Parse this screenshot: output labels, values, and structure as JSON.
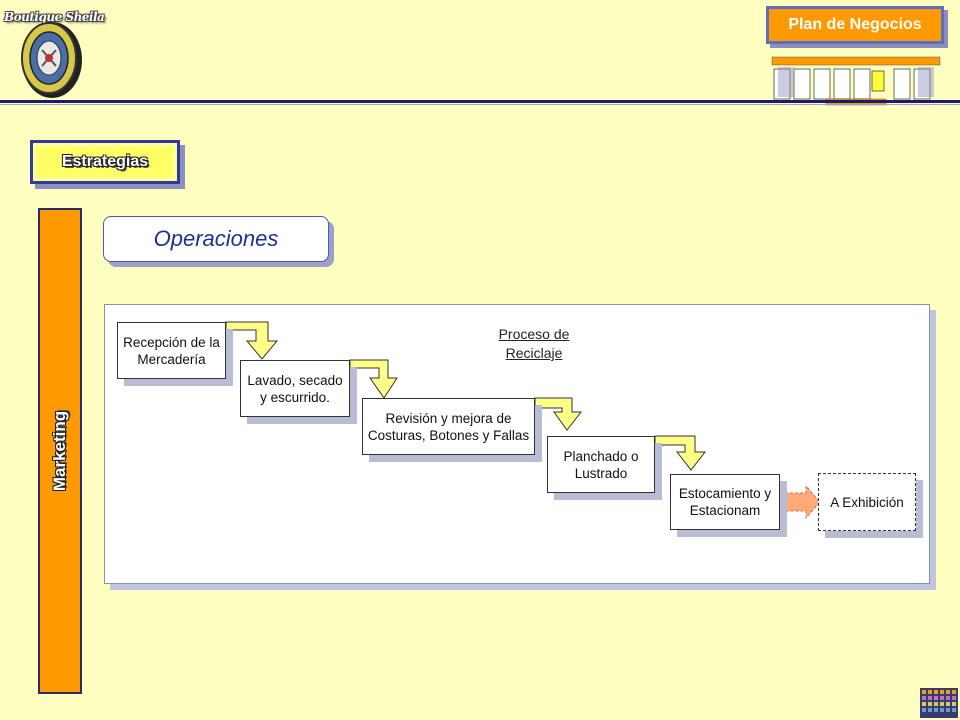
{
  "header": {
    "logo_text": "Boutique Sheila",
    "plan_button": "Plan de Negocios"
  },
  "strategy": {
    "label": "Estrategias"
  },
  "side": {
    "label": "Marketing"
  },
  "section": {
    "title": "Operaciones"
  },
  "process": {
    "title_line1": "Proceso de",
    "title_line2": "Reciclaje",
    "steps": [
      {
        "label": "Recepción de la Mercadería"
      },
      {
        "label": "Lavado, secado y escurrido."
      },
      {
        "label": "Revisión y mejora de Costuras, Botones y Fallas"
      },
      {
        "label": "Planchado o Lustrado"
      },
      {
        "label": "Estocamiento y Estacionam"
      },
      {
        "label": "A Exhibición"
      }
    ],
    "ghost_texts": [
      "escurrido.",
      "Fallas"
    ]
  },
  "colors": {
    "background": "#ffffc0",
    "accent_orange": "#ff9900",
    "navy": "#1a1a6e",
    "arrow_yellow": "#ffff88",
    "arrow_salmon": "#ffaa77"
  }
}
